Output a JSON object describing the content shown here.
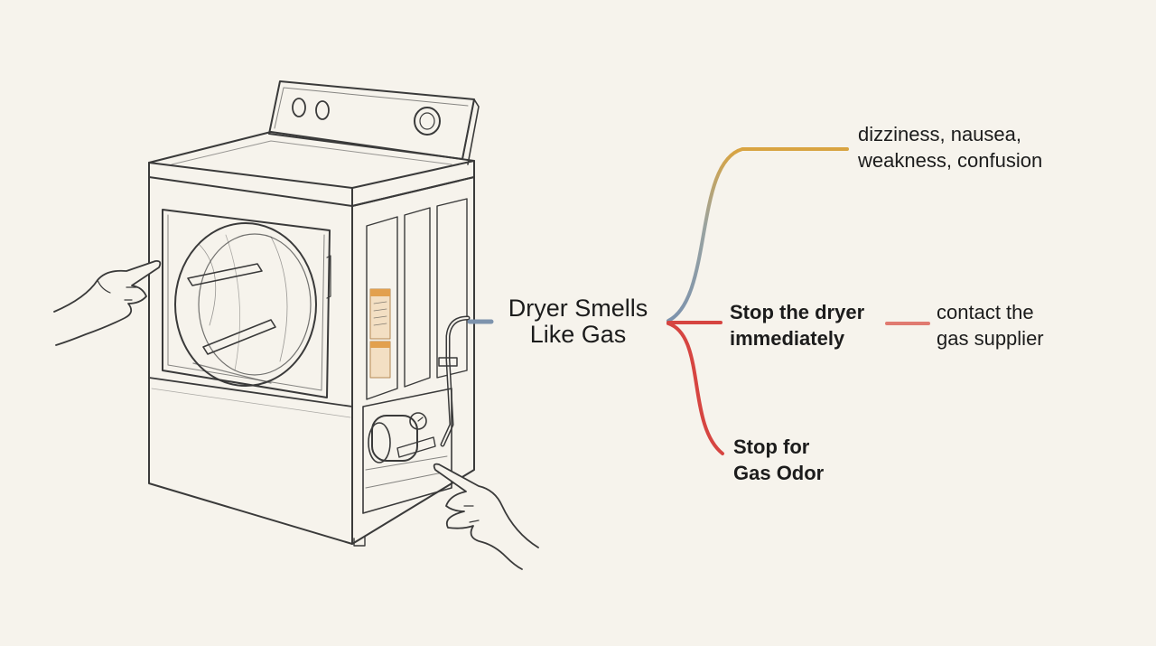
{
  "mindmap": {
    "central_topic": {
      "line1": "Dryer Smells",
      "line2": "Like Gas"
    },
    "branches": {
      "symptoms": {
        "line1": "dizziness, nausea,",
        "line2": "weakness, confusion",
        "color": "#d9a441"
      },
      "stop_dryer": {
        "line1": "Stop the dryer",
        "line2": "immediately",
        "color": "#d64541"
      },
      "contact_supplier": {
        "line1": "contact the",
        "line2": "gas supplier",
        "color": "#e07a70"
      },
      "stop_odor": {
        "line1": "Stop for",
        "line2": "Gas Odor",
        "color": "#d64541"
      }
    },
    "connector_color": "#7d93ad"
  }
}
